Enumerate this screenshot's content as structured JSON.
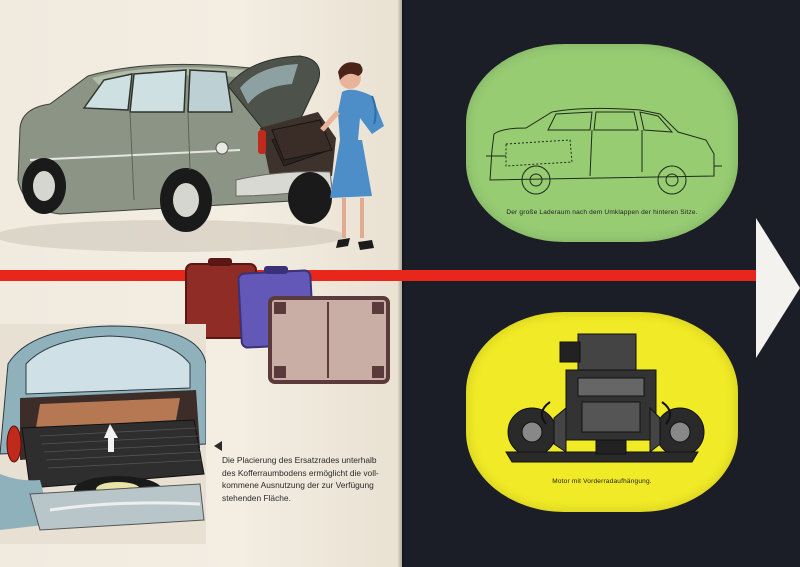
{
  "brochure": {
    "caption_text": {
      "luggage_space": "Der große Laderaum nach dem Umklappen der hinteren Sitze.",
      "spare_wheel": "Die Placierung des Ersatzrades unterhalb des Kofferraumbodens ermöglicht die vollkommene Ausnutzung der zur Verfügung stehenden Fläche.",
      "engine": "Motor mit Vorderradaufhängung."
    },
    "spare_wheel_lines": [
      "Die Placierung des Ersatzrades unterhalb",
      "des Kofferraumbodens ermöglicht die voll-",
      "kommene Ausnutzung der zur Verfügung",
      "stehenden Fläche."
    ]
  },
  "colors": {
    "left_page": "#f0eadf",
    "right_page": "#1b1d27",
    "stripe": "#e8261c",
    "green_screen": "#97cc73",
    "yellow_screen": "#f1ea26",
    "car_body": "#8c9585",
    "trunk_car": "#8fb1bb"
  },
  "icons": {
    "arrow": "arrow-right-icon",
    "pointer": "triangle-left-icon"
  }
}
